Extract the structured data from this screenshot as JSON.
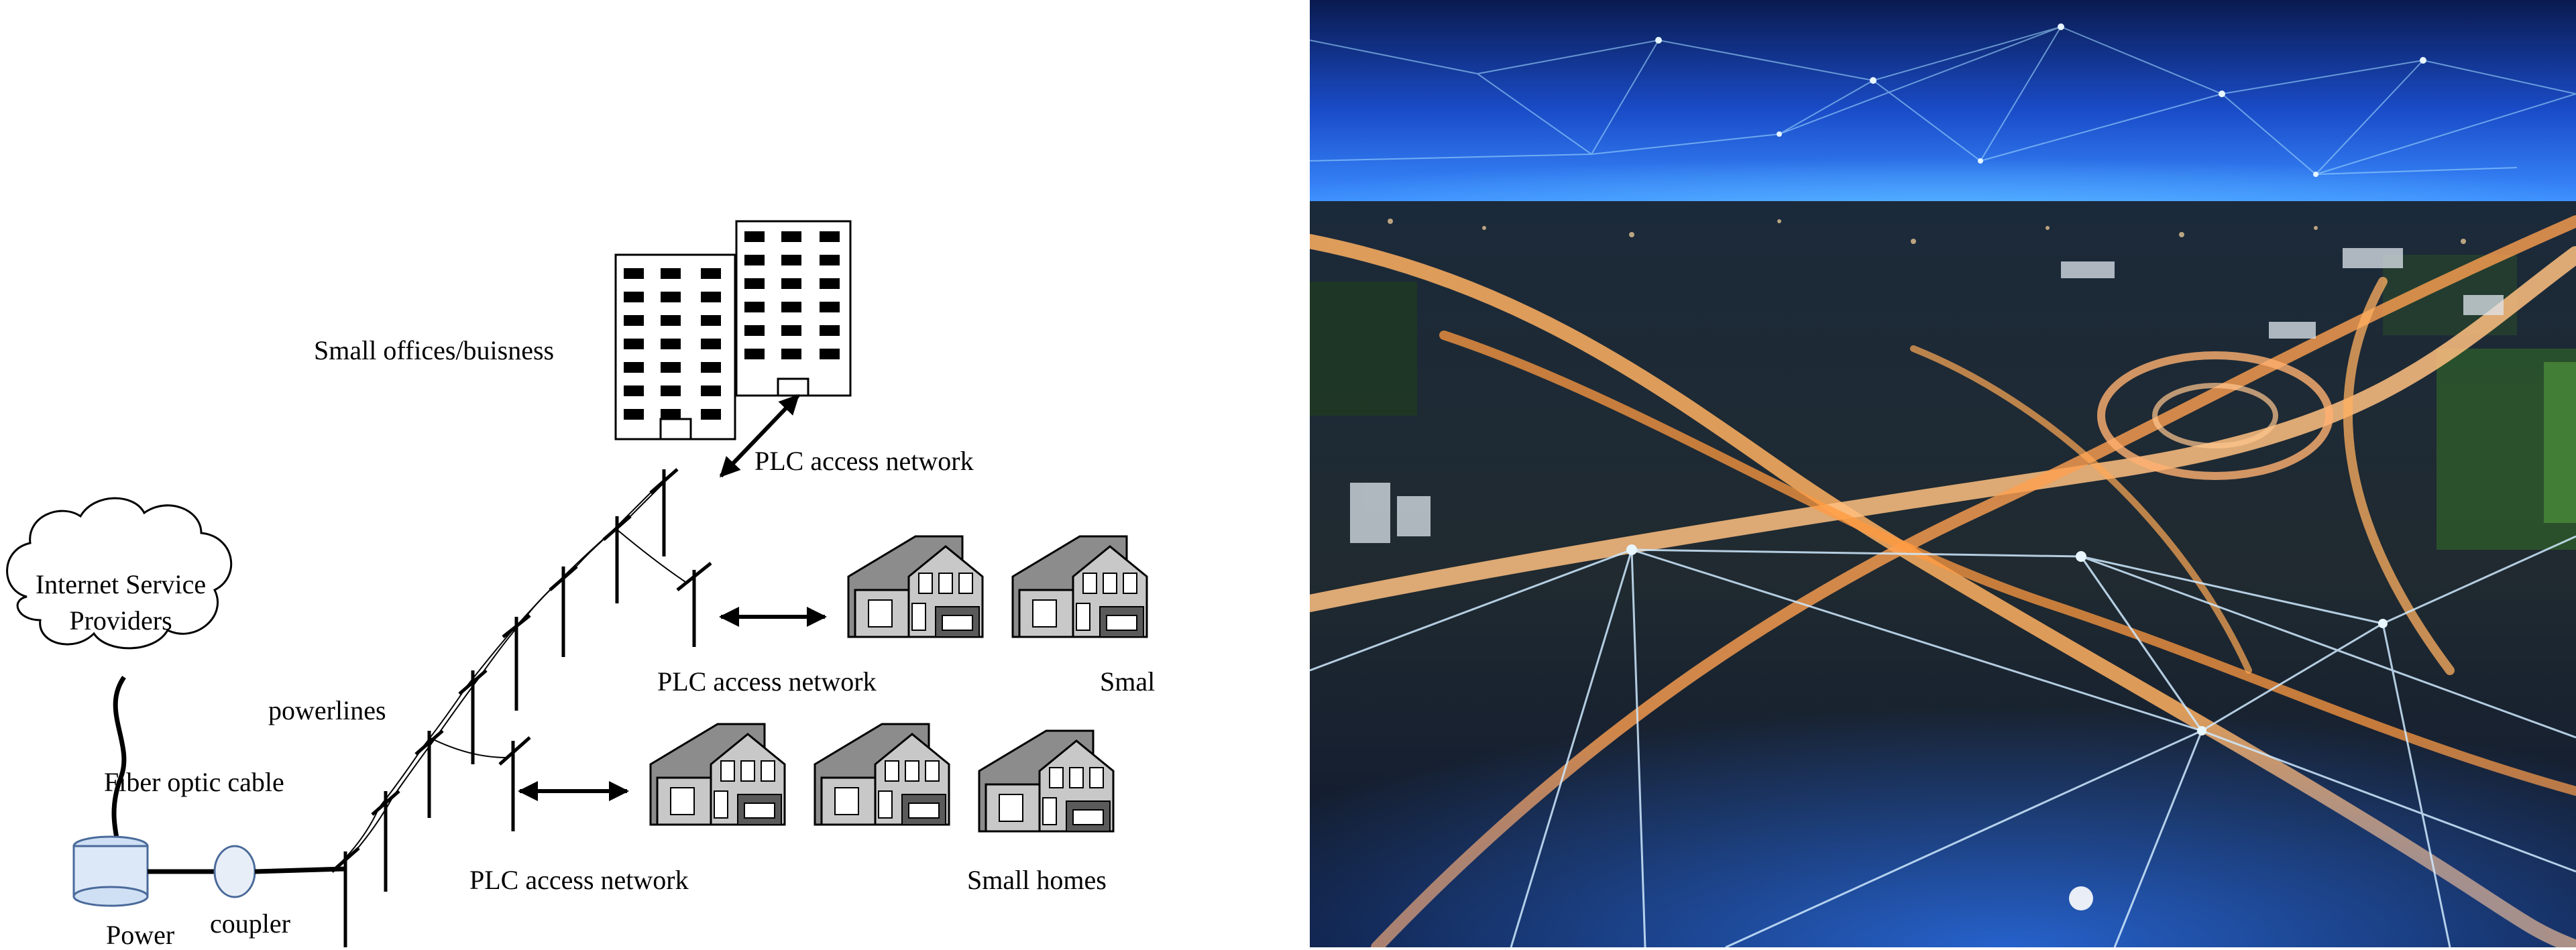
{
  "diagram": {
    "labels": {
      "isp": "Internet Service\nProviders",
      "fiber": "Fiber optic cable",
      "power": "Power",
      "coupler": "coupler",
      "powerlines": "powerlines",
      "offices": "Small offices/buisness",
      "plc_top": "PLC access network",
      "plc_mid": "PLC access network",
      "plc_bottom": "PLC access network",
      "small_partial": "Smal",
      "small_homes": "Small homes"
    }
  },
  "photo": {
    "description_colors": {
      "sky_top": "#0a1a4f",
      "sky_glow": "#1e6cff",
      "road_light": "#ffb060",
      "network_line": "#9fd8ff"
    }
  }
}
